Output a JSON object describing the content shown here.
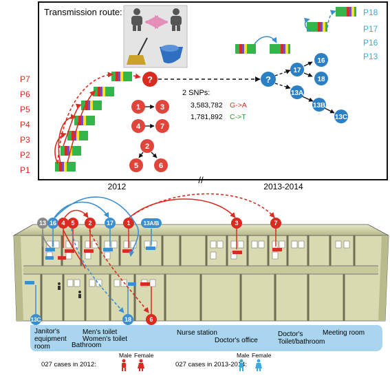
{
  "top_panel": {
    "transmission_route_label": "Transmission route:",
    "snp_heading": "2 SNPs:",
    "snps": [
      {
        "position": "3,583,782",
        "change": "G->A",
        "color": "#d92b1f"
      },
      {
        "position": "1,781,892",
        "change": "C->T",
        "color": "#2e9a2e"
      }
    ],
    "patients_left": [
      "P7",
      "P6",
      "P5",
      "P4",
      "P3",
      "P2",
      "P1"
    ],
    "patients_right": [
      "P18",
      "P17",
      "P16",
      "P13"
    ],
    "period_left": "2012",
    "period_right": "2013-2014",
    "break_mark": "//",
    "unknown_node": "?",
    "nodes_2012": [
      "1",
      "3",
      "4",
      "7",
      "2",
      "5",
      "6"
    ],
    "nodes_2013": [
      "16",
      "17",
      "18",
      "13A",
      "13B",
      "13C"
    ]
  },
  "floor_plan": {
    "markers": [
      {
        "label": "13",
        "kind": "gray"
      },
      {
        "label": "16",
        "kind": "blue"
      },
      {
        "label": "4",
        "kind": "red"
      },
      {
        "label": "5",
        "kind": "red"
      },
      {
        "label": "2",
        "kind": "red"
      },
      {
        "label": "17",
        "kind": "blue"
      },
      {
        "label": "1",
        "kind": "red"
      },
      {
        "label": "13A/B",
        "kind": "blue"
      },
      {
        "label": "3",
        "kind": "red"
      },
      {
        "label": "7",
        "kind": "red"
      },
      {
        "label": "13C",
        "kind": "blue"
      },
      {
        "label": "18",
        "kind": "blue"
      },
      {
        "label": "6",
        "kind": "red"
      }
    ],
    "rooms": {
      "janitor": "Janitor's equipment room",
      "bathroom": "Bathroom",
      "mens_toilet": "Men's toilet",
      "womens_toilet": "Women's toilet",
      "nurse_station": "Nurse station",
      "doctors_office": "Doctor's office",
      "doctors_toilet": "Doctor's Toilet/bathroom",
      "meeting_room": "Meeting room"
    }
  },
  "legend": {
    "cases_2012": "027 cases in 2012:",
    "cases_2013": "027 cases in 2013-2014:",
    "male": "Male",
    "female": "Female"
  },
  "colors": {
    "red": "#d92b1f",
    "blue": "#3b8fd1",
    "light_blue": "#3aa9e0",
    "gray": "#8a8a8a",
    "panel_fill": "#a9d5ee",
    "green_bar": "#35b44a",
    "olive": "#c8c99a"
  }
}
